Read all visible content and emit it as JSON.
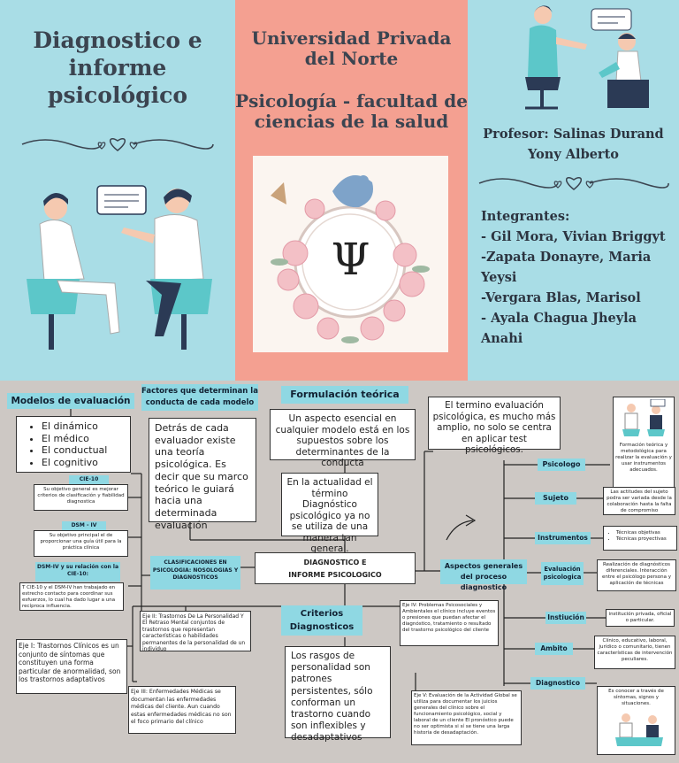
{
  "header": {
    "title": "Diagnostico e informe psicológico",
    "university": "Universidad Privada del Norte",
    "faculty": "Psicología - facultad de ciencias de la salud",
    "professor": "Profesor: Salinas Durand Yony Alberto",
    "members_label": "Integrantes:",
    "members": [
      "- Gil Mora, Vivian Briggyt",
      "-Zapata Donayre, Maria Yeysi",
      "-Vergara Blas, Marisol",
      "- Ayala Chagua Jheyla Anahi"
    ],
    "logo_symbol": "Ψ"
  },
  "map": {
    "center": "DIAGNOSTICO E INFORME PSICOLOGICO",
    "modelos": {
      "title": "Modelos de evaluación",
      "items": [
        "El dinámico",
        "El médico",
        "El conductual",
        "El cognitivo"
      ]
    },
    "cie": {
      "tag": "CIE-10",
      "text": "Su objetivo general es mejorar criterios de clasificación y fiabilidad diagnostica"
    },
    "dsm": {
      "tag": "DSM - IV",
      "text": "Su objetivo principal el de proporcionar una guía útil para la práctica clínica"
    },
    "relacion": {
      "tag": "DSM-IV y su relación con la CIE-10:",
      "text": "T CIE-10 y el DSM-IV han trabajado en estrecho contacto para coordinar sus esfuerzos, lo cual ha dado lugar a una recíproca influencia."
    },
    "factores": {
      "title": "Factores que determinan la conducta de cada modelo",
      "text": "Detrás de cada evaluador existe una teoría psicológica. Es decir que su marco teórico le guiará hacia una determinada evaluación"
    },
    "formulacion": {
      "title": "Formulación teórica",
      "text1": "Un aspecto esencial en cualquier modelo está en los supuestos sobre los determinantes de la conducta",
      "text2": "En la actualidad el término Diagnóstico psicológico ya no se utiliza de una manera tan general."
    },
    "termino": "El termino evaluación psicológica, es mucho más amplio, no solo se centra en aplicar test psicológicos.",
    "clasificaciones": "CLASIFICACIONES EN PSICOLOGIA: NOSOLOGIAS Y DIAGNOSTICOS",
    "eje1": "Eje I: Trastornos Clínicos es un conjunto de síntomas que constituyen una forma particular de anormalidad, son los trastornos adaptativos",
    "eje2": "Eje II: Trastornos De La Personalidad Y El Retraso Mental conjuntos de trastornos que representan características o habilidades permanentes de la personalidad de un individuo",
    "eje3": "Eje III: Enfermedades Médicas se documentan las enfermedades médicas del cliente. Aun cuando estas enfermedades médicas no son el foco primario del clínico",
    "criterios": {
      "title": "Criterios Diagnosticos",
      "text": "Los rasgos de personalidad son patrones persistentes, sólo conforman un trastorno cuando son inflexibles y desadaptativos"
    },
    "eje4": "Eje IV: Problemas Psicosociales y Ambientales el clínico incluye eventos o presiones que puedan afectar el diagnóstico, tratamiento o resultado del trastorno psicológico del cliente",
    "eje5": "Eje V: Evaluación de la Actividad Global se utiliza para documentar los juicios generales del clínico sobre el funcionamiento psicológico, social y laboral de un cliente El pronóstico puede no ser optimista si sí se tiene una larga historia de desadaptación.",
    "aspectos": "Aspectos generales del proceso diagnostico",
    "branches": [
      {
        "tag": "Psicologo",
        "text": "Formación teórica y metodológica para realizar la evaluación y usar instrumentos adecuados."
      },
      {
        "tag": "Sujeto",
        "text": "Las actitudes del sujeto podra ser variada desde la colaboración hasta la falta de compromiso"
      },
      {
        "tag": "Instrumentos",
        "items": [
          "Técnicas objetivas",
          "Técnicas proyectivas"
        ]
      },
      {
        "tag": "Evaluación psicologica",
        "text": "Realización de diagnósticos diferenciales. Interacción entre el psicólogo persona y aplicación de técnicas"
      },
      {
        "tag": "Instiución",
        "text": "institución privada, oficial o particular."
      },
      {
        "tag": "Ambito",
        "text": "Clínico, educativo, laboral, jurídico o comunitario, tienen características de intervención peculiares."
      },
      {
        "tag": "Diagnostico",
        "text": "Es conocer a través de síntomas, signos y situaciones."
      }
    ]
  },
  "colors": {
    "cyan": "#a9dde6",
    "salmon": "#f4a091",
    "tag": "#8fd8e3",
    "title": "#3b4450"
  }
}
